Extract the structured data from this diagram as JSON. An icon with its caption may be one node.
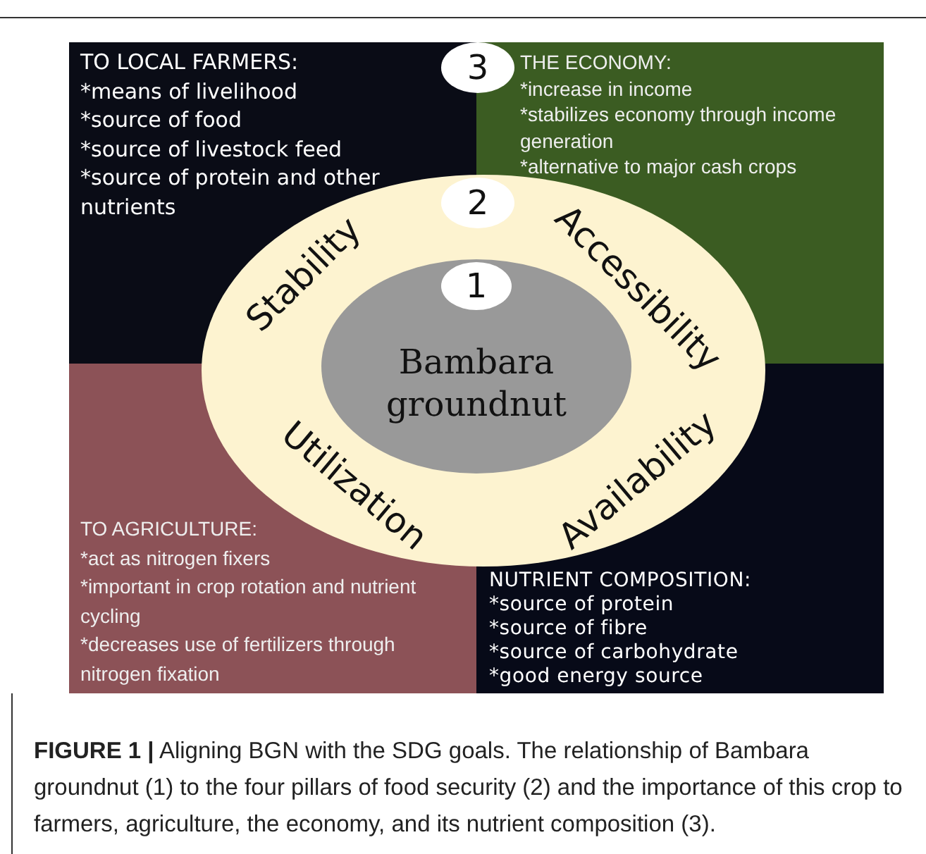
{
  "diagram": {
    "caption": "**FIGURE 1 |** Aligning BGN with the SDG goals. The relationship of Bambara groundnut (1) to the four pillars of food security (2) and the importance of this crop to farmers, agriculture, the economy, and its nutrient composition (3).",
    "nodes": [
      {
        "text": [
          "TO LOCAL FARMERS:",
          "*means of livelihood",
          "*source of food",
          "*source of livestock feed",
          "*source of protein and other nutrients"
        ]
      },
      {
        "text": [
          "THE ECONOMY:",
          "*increase in income",
          "*stabilizes economy through income generation",
          "*alternative to major cash crops"
        ]
      },
      {
        "text": [
          "TO AGRICULTURE:",
          "*act as nitrogen fixers",
          "*important in crop rotation and nutrient cycling",
          "*decreases use of fertilizers through nitrogen fixation"
        ]
      },
      {
        "text": [
          "NUTRIENT COMPOSITION:",
          "*source of protein",
          "*source of fibre",
          "*source of carbohydrate",
          "*good energy source"
        ]
      },
      {
        "text": [
          "Stability",
          "Accessibility",
          "Utilization",
          "Availability"
        ]
      },
      {
        "text": [
          "Bambara groundnut"
        ],
        "in": 4
      },
      {
        "text": [
          "1"
        ],
        "in": 5
      },
      {
        "text": [
          "2"
        ],
        "in": 4
      },
      {
        "text": [
          "3"
        ]
      }
    ]
  }
}
